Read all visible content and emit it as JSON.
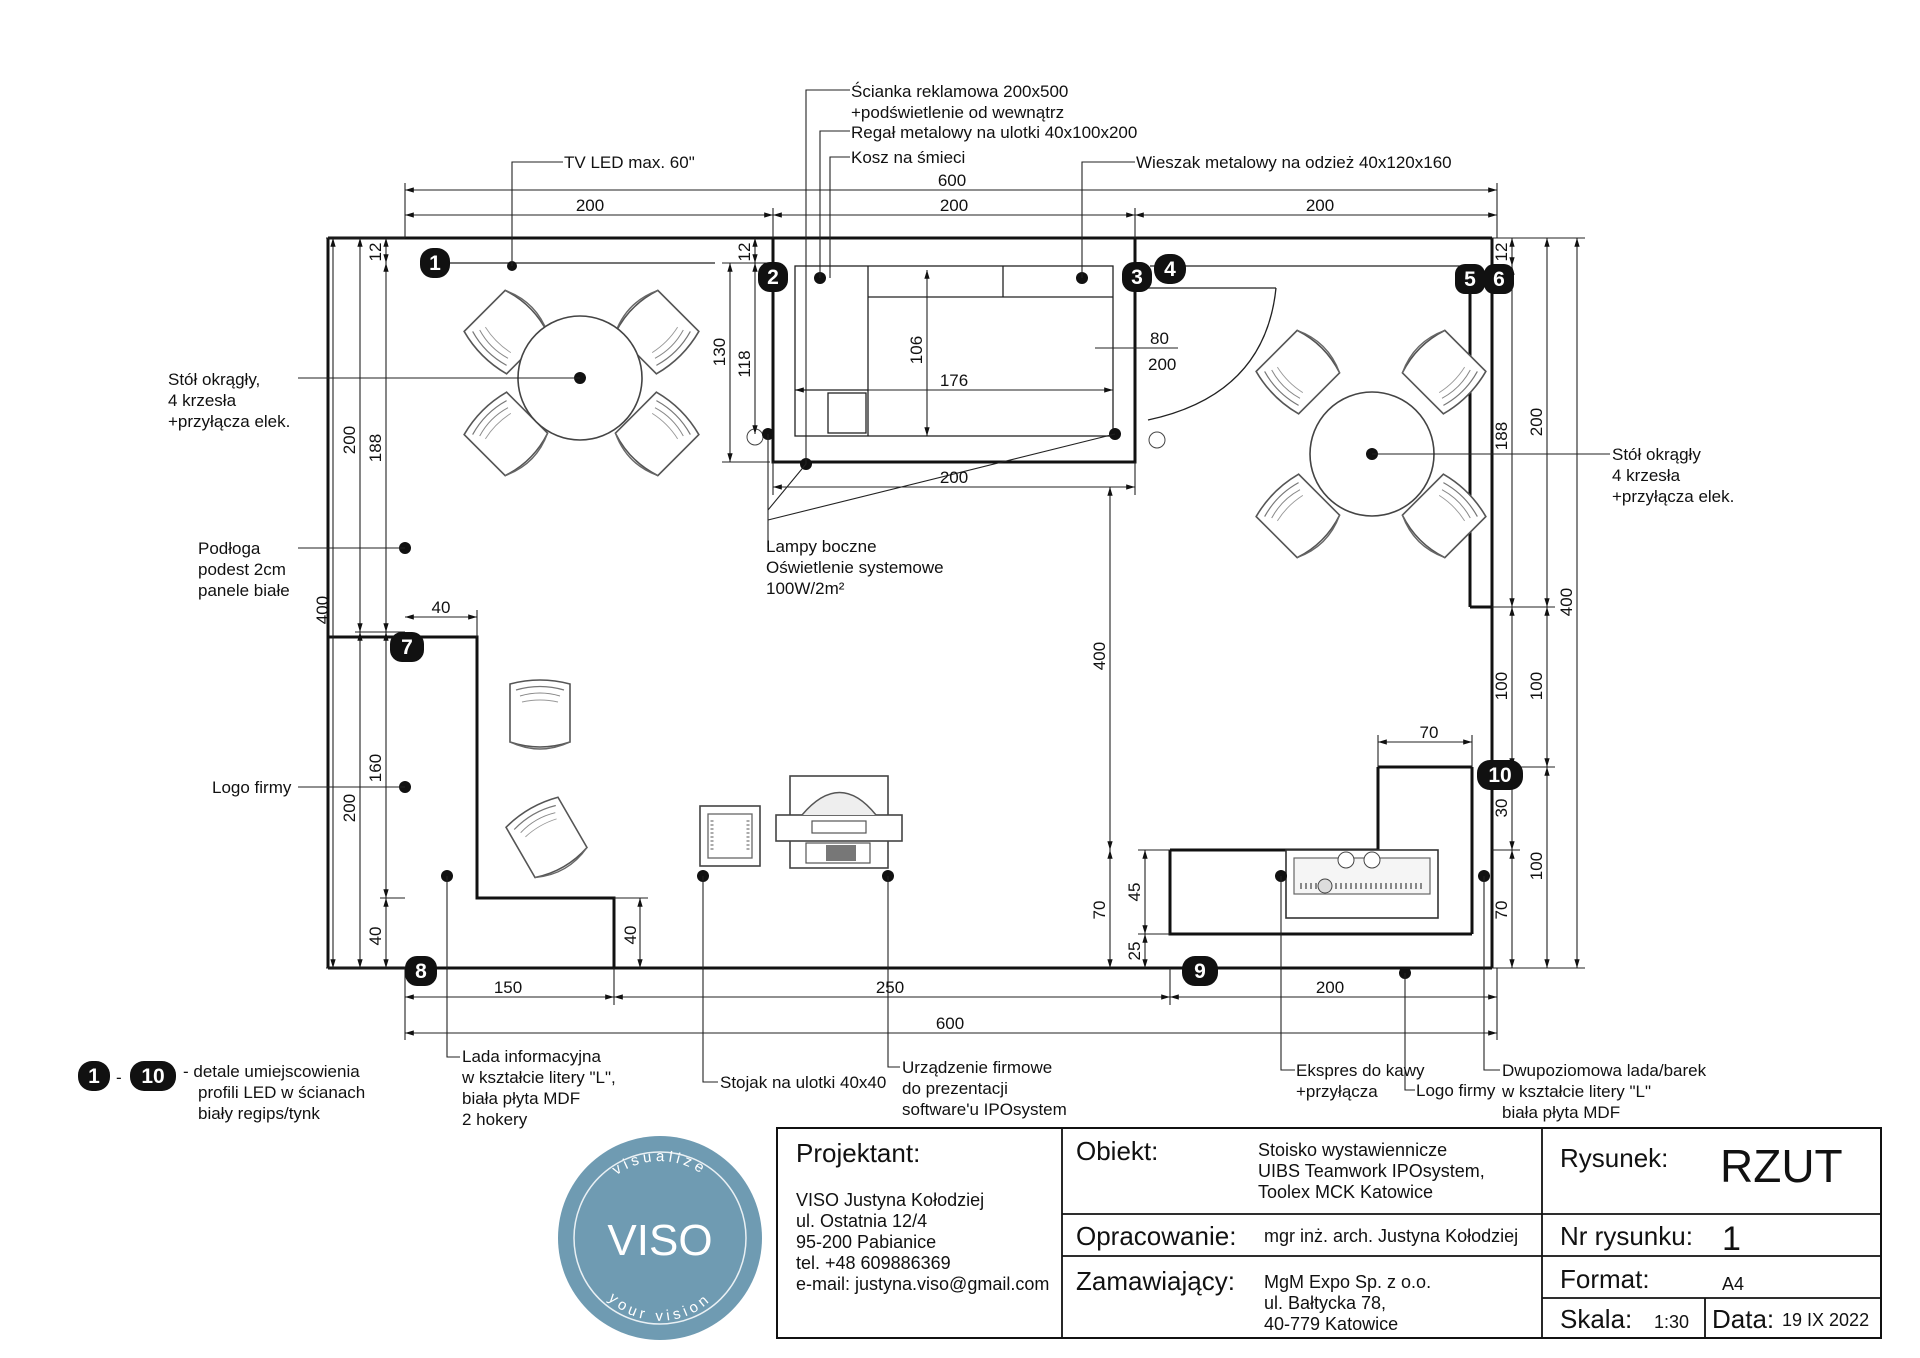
{
  "callouts": {
    "tv": "TV LED max. 60\"",
    "scianka_1": "Ścianka reklamowa 200x500",
    "scianka_2": "+podświetlenie od wewnątrz",
    "regal": "Regał metalowy na ulotki 40x100x200",
    "kosz": "Kosz na śmieci",
    "wieszak": "Wieszak metalowy na odzież 40x120x160",
    "stol_left_1": "Stół okrągły,",
    "stol_left_2": "4 krzesła",
    "stol_left_3": "+przyłącza elek.",
    "stol_right_1": "Stół okrągły",
    "stol_right_2": "4 krzesła",
    "stol_right_3": "+przyłącza elek.",
    "podloga_1": "Podłoga",
    "podloga_2": "podest 2cm",
    "podloga_3": "panele białe",
    "lampy_1": "Lampy boczne",
    "lampy_2": "Oświetlenie systemowe",
    "lampy_3": "100W/2m²",
    "logo_firmy": "Logo firmy",
    "logo_firmy_2": "Logo firmy",
    "lada_1": "Lada informacyjna",
    "lada_2": "w kształcie litery \"L\",",
    "lada_3": "biała płyta MDF",
    "lada_4": "2 hokery",
    "stojak": "Stojak na ulotki 40x40",
    "urzadzenie_1": "Urządzenie firmowe",
    "urzadzenie_2": "do prezentacji",
    "urzadzenie_3": "software'u IPOsystem",
    "ekspres_1": "Ekspres do kawy",
    "ekspres_2": "+przyłącza",
    "barek_1": "Dwupoziomowa lada/barek",
    "barek_2": "w kształcie litery \"L\"",
    "barek_3": "biała płyta MDF"
  },
  "legend": {
    "from": "1",
    "dash": "-",
    "to": "10",
    "text_1": "- detale umiejscowienia",
    "text_2": "profili LED w ścianach",
    "text_3": "biały regips/tynk"
  },
  "badges": [
    "1",
    "2",
    "3",
    "4",
    "5",
    "6",
    "7",
    "8",
    "9",
    "10"
  ],
  "dimensions": {
    "top_total": "600",
    "top_a": "200",
    "top_b": "200",
    "top_c": "200",
    "bottom_a": "150",
    "bottom_b": "250",
    "bottom_c": "200",
    "bottom_total": "600",
    "left_outer": "400",
    "left_200_top": "200",
    "left_188": "188",
    "left_12_top": "12",
    "left_200_bottom": "200",
    "left_160": "160",
    "left_40": "40",
    "left_40_h": "40",
    "lada_40": "40",
    "wall_12": "12",
    "wall_130": "130",
    "wall_118": "118",
    "booth_106": "106",
    "booth_176": "176",
    "booth_80": "80",
    "booth_200_door": "200",
    "booth_200_w": "200",
    "mid_400": "400",
    "mid_70": "70",
    "bar_45": "45",
    "bar_25": "25",
    "bar_70_w": "70",
    "right_12": "12",
    "right_188": "188",
    "right_200": "200",
    "right_400": "400",
    "right_100_a": "100",
    "right_100_b": "100",
    "right_30": "30",
    "right_70": "70",
    "right_100_c": "100"
  },
  "title_block": {
    "projektant_label": "Projektant:",
    "projektant_1": "VISO Justyna Kołodziej",
    "projektant_2": "ul. Ostatnia 12/4",
    "projektant_3": "95-200 Pabianice",
    "projektant_4": "tel. +48 609886369",
    "projektant_5": "e-mail: justyna.viso@gmail.com",
    "obiekt_label": "Obiekt:",
    "obiekt_1": "Stoisko wystawiennicze",
    "obiekt_2": "UIBS Teamwork IPOsystem,",
    "obiekt_3": "Toolex MCK Katowice",
    "opracowanie_label": "Opracowanie:",
    "opracowanie_val": "mgr inż. arch. Justyna Kołodziej",
    "zamawiajacy_label": "Zamawiający:",
    "zamawiajacy_1": "MgM Expo Sp. z o.o.",
    "zamawiajacy_2": "ul. Bałtycka 78,",
    "zamawiajacy_3": "40-779 Katowice",
    "rysunek_label": "Rysunek:",
    "rysunek_val": "RZUT",
    "nr_label": "Nr rysunku:",
    "nr_val": "1",
    "format_label": "Format:",
    "format_val": "A4",
    "skala_label": "Skala:",
    "skala_val": "1:30",
    "data_label": "Data:",
    "data_val": "19 IX 2022"
  },
  "logo": {
    "name": "VISO",
    "top_text": "visualize",
    "bottom_text": "your vision",
    "color": "#6f9bb2"
  }
}
